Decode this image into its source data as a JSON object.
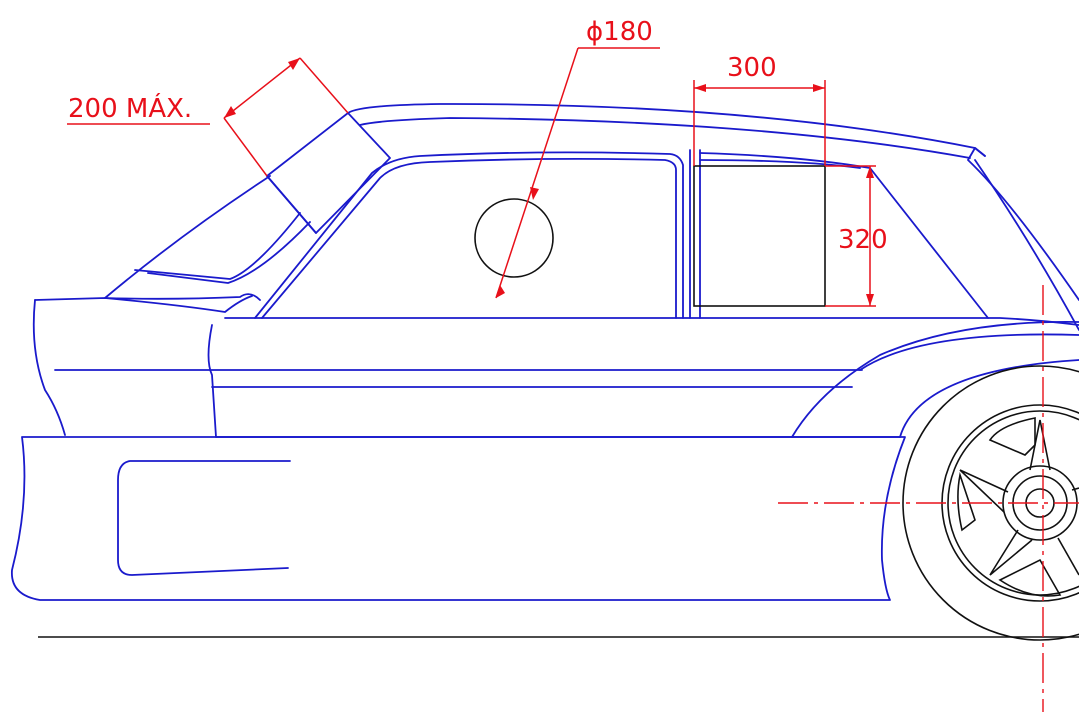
{
  "dimensions": {
    "wing_height": "200 MÁX.",
    "hole_diameter": "ϕ180",
    "window_width": "300",
    "window_height": "320"
  },
  "colors": {
    "body": "#1a1acc",
    "dimension": "#e8101a",
    "outline": "#111111"
  }
}
